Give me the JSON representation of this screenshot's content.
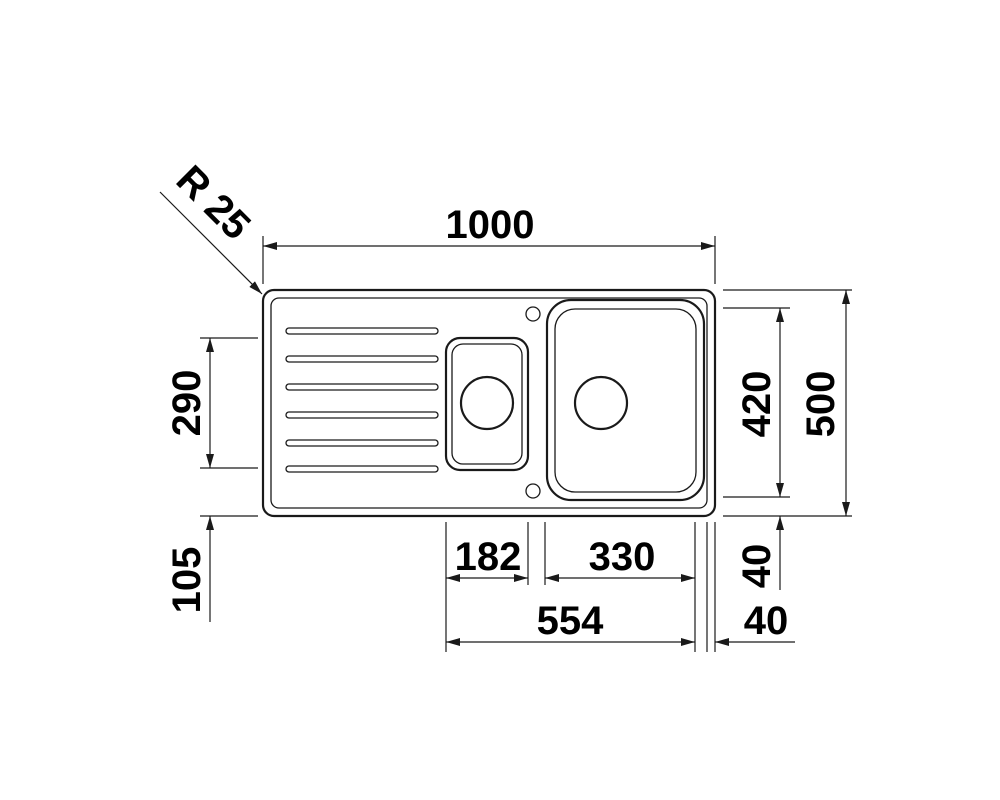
{
  "dimensions": {
    "overall_width": "1000",
    "overall_depth": "500",
    "main_bowl_depth": "420",
    "drainer_depth": "290",
    "front_margin": "105",
    "small_bowl_width": "182",
    "main_bowl_width": "330",
    "bowls_total_width": "554",
    "side_margin": "40",
    "bottom_margin": "40",
    "corner_radius": "R 25"
  },
  "colors": {
    "line": "#1a1a1a",
    "background": "#ffffff"
  }
}
